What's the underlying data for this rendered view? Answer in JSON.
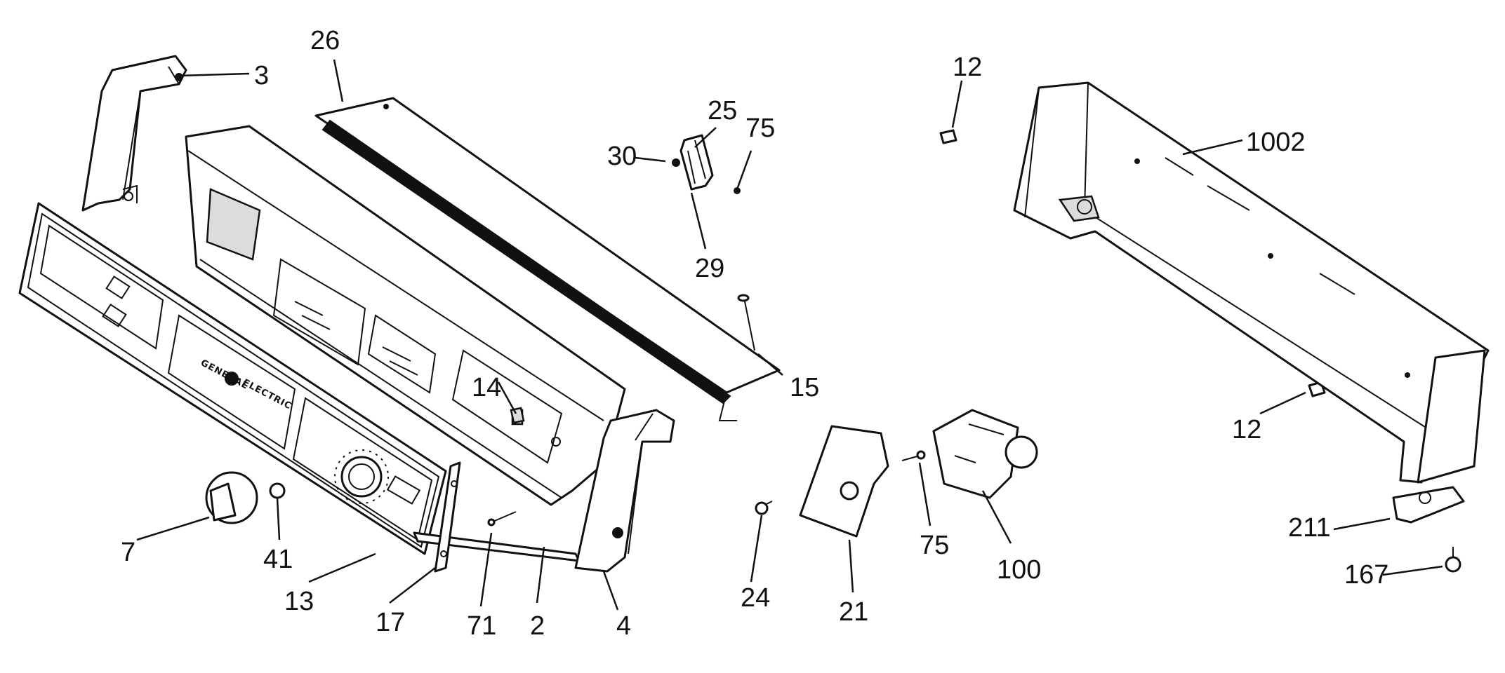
{
  "diagram": {
    "panel_brand": [
      "GENERAL",
      "ELECTRIC"
    ],
    "part_numbers": [
      "3",
      "26",
      "30",
      "25",
      "75",
      "29",
      "12",
      "1002",
      "15",
      "14",
      "7",
      "41",
      "13",
      "17",
      "71",
      "2",
      "4",
      "24",
      "21",
      "75",
      "100",
      "12",
      "211",
      "167"
    ]
  }
}
